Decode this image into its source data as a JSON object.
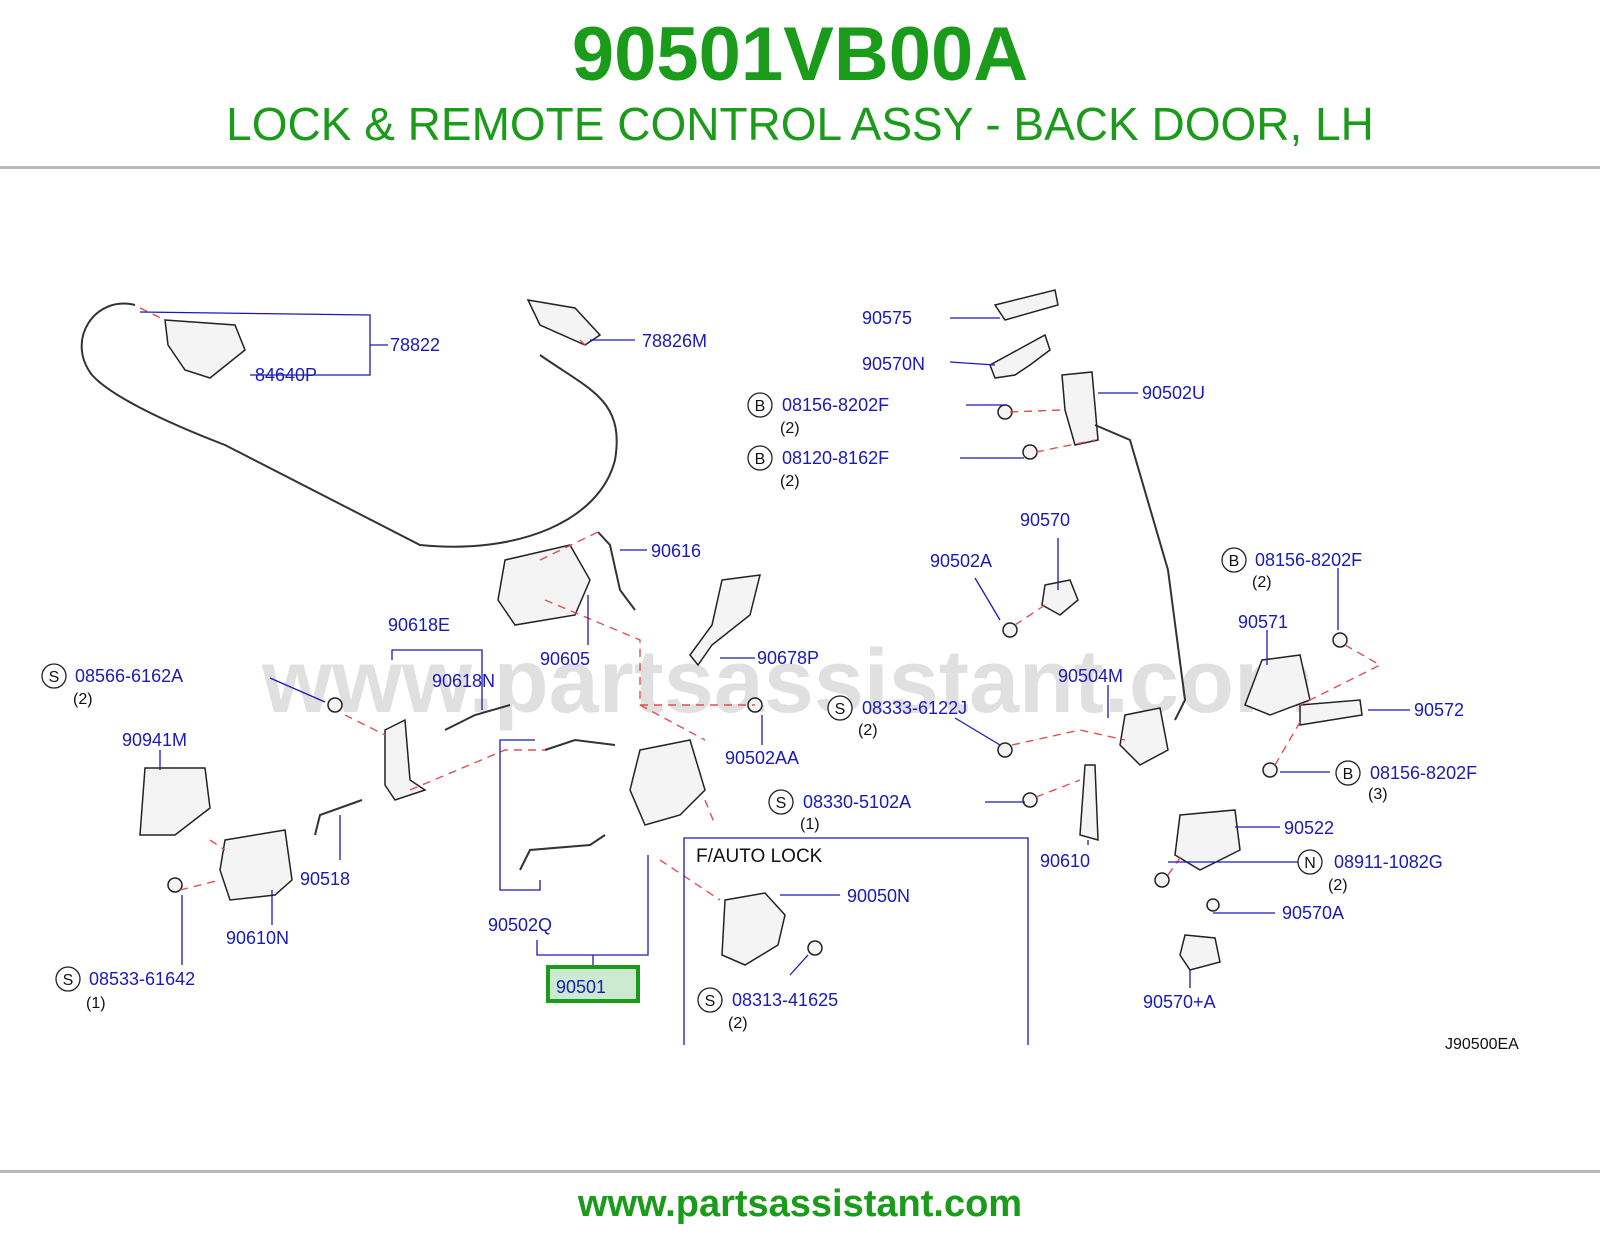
{
  "header": {
    "part_number": "90501VB00A",
    "title": "LOCK & REMOTE CONTROL ASSY - BACK DOOR, LH"
  },
  "footer": {
    "url": "www.partsassistant.com"
  },
  "watermark": "www.partsassistant.com",
  "diagram_code": "J90500EA",
  "inset_title": "F/AUTO   LOCK",
  "highlight_color": "#1a9b1a",
  "callouts": {
    "c78822": "78822",
    "c84640P": "84640P",
    "c78826M": "78826M",
    "c90575": "90575",
    "c90570N": "90570N",
    "c08156_8202F_a": "08156-8202F",
    "c08120_8162F": "08120-8162F",
    "c90502U": "90502U",
    "c90616": "90616",
    "c90605": "90605",
    "c90678P": "90678P",
    "c90570": "90570",
    "c90502A": "90502A",
    "c08156_8202F_b": "08156-8202F",
    "c90571": "90571",
    "c90618E": "90618E",
    "c90618N": "90618N",
    "c08566_6162A": "08566-6162A",
    "c90504M": "90504M",
    "c08333_6122J": "08333-6122J",
    "c90572": "90572",
    "c90941M": "90941M",
    "c90502AA": "90502AA",
    "c08156_8202F_c": "08156-8202F",
    "c08330_5102A": "08330-5102A",
    "c90522": "90522",
    "c90518": "90518",
    "c90610": "90610",
    "c08911_1082G": "08911-1082G",
    "c90050N": "90050N",
    "c90610N": "90610N",
    "c90502Q": "90502Q",
    "c90570A": "90570A",
    "c08533_61642": "08533-61642",
    "c90501": "90501",
    "c08313_41625": "08313-41625",
    "c90570pA": "90570+A"
  },
  "quantities": {
    "q1": "(2)",
    "q2": "(2)",
    "q3": "(2)",
    "q4": "(2)",
    "q5": "(2)",
    "q6": "(3)",
    "q7": "(1)",
    "q8": "(2)",
    "q9": "(1)",
    "q10": "(2)"
  },
  "badges": {
    "b1": "B",
    "b2": "B",
    "b3": "B",
    "b4": "S",
    "b5": "S",
    "b6": "B",
    "b7": "S",
    "b8": "N",
    "b9": "S",
    "b10": "S"
  }
}
